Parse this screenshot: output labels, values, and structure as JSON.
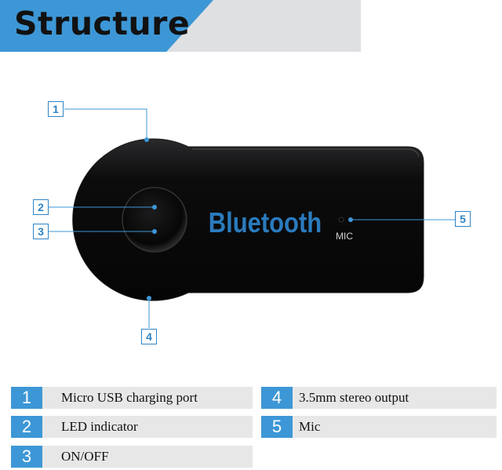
{
  "header": {
    "title": "Structure"
  },
  "device": {
    "brand_text": "Bluetooth",
    "mic_label": "MIC",
    "colors": {
      "body": "#0b0b0c",
      "brand": "#2a7bbd",
      "accent": "#3d97d6"
    }
  },
  "callouts": [
    "1",
    "2",
    "3",
    "4",
    "5"
  ],
  "legend": [
    {
      "num": "1",
      "label": "Micro USB charging port"
    },
    {
      "num": "2",
      "label": "LED indicator"
    },
    {
      "num": "3",
      "label": "ON/OFF"
    },
    {
      "num": "4",
      "label": "3.5mm stereo output"
    },
    {
      "num": "5",
      "label": "Mic"
    }
  ]
}
